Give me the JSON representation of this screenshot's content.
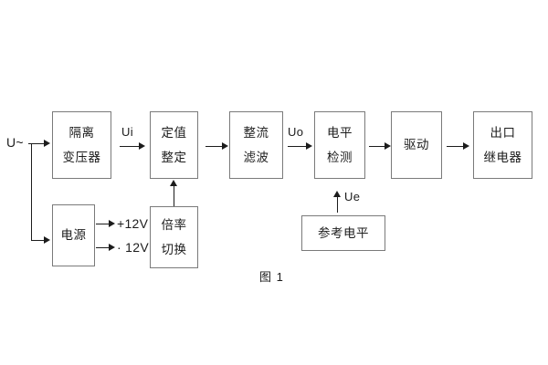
{
  "figure": {
    "caption": "图 1",
    "input_label": "U~",
    "blocks": [
      {
        "id": "isolation-transformer",
        "line1": "隔离",
        "line2": "变压器"
      },
      {
        "id": "setting-adjustment",
        "line1": "定值",
        "line2": "整定"
      },
      {
        "id": "rectify-filter",
        "line1": "整流",
        "line2": "滤波"
      },
      {
        "id": "level-detection",
        "line1": "电平",
        "line2": "检测"
      },
      {
        "id": "driver",
        "line1": "驱动",
        "line2": ""
      },
      {
        "id": "output-relay",
        "line1": "出口",
        "line2": "继电器"
      },
      {
        "id": "power-supply",
        "line1": "电源",
        "line2": ""
      },
      {
        "id": "ratio-switch",
        "line1": "倍率",
        "line2": "切换"
      },
      {
        "id": "reference-level",
        "line1": "参考电平",
        "line2": ""
      }
    ],
    "signals": {
      "ui": "Ui",
      "uo": "Uo",
      "ue": "Ue",
      "rail_positive": "+12V",
      "rail_negative": "· 12V"
    },
    "colors": {
      "background": "#ffffff",
      "block_border": "#7a7a7a",
      "line": "#1c1c1c",
      "text": "#1c1c1c"
    }
  }
}
